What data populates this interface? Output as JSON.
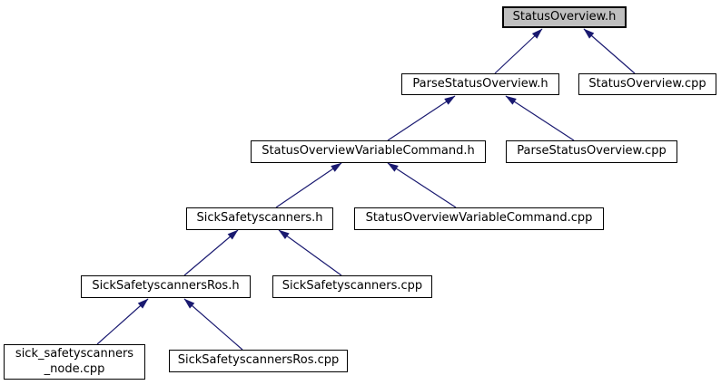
{
  "graph": {
    "kind": "include-dependency-graph",
    "nodes": [
      {
        "id": "StatusOverview.h",
        "label": "StatusOverview.h",
        "highlighted": true
      },
      {
        "id": "ParseStatusOverview.h",
        "label": "ParseStatusOverview.h",
        "highlighted": false
      },
      {
        "id": "StatusOverview.cpp",
        "label": "StatusOverview.cpp",
        "highlighted": false
      },
      {
        "id": "StatusOverviewVariableCommand.h",
        "label": "StatusOverviewVariableCommand.h",
        "highlighted": false
      },
      {
        "id": "ParseStatusOverview.cpp",
        "label": "ParseStatusOverview.cpp",
        "highlighted": false
      },
      {
        "id": "SickSafetyscanners.h",
        "label": "SickSafetyscanners.h",
        "highlighted": false
      },
      {
        "id": "StatusOverviewVariableCommand.cpp",
        "label": "StatusOverviewVariableCommand.cpp",
        "highlighted": false
      },
      {
        "id": "SickSafetyscannersRos.h",
        "label": "SickSafetyscannersRos.h",
        "highlighted": false
      },
      {
        "id": "SickSafetyscanners.cpp",
        "label": "SickSafetyscanners.cpp",
        "highlighted": false
      },
      {
        "id": "sick_safetyscanners_node.cpp",
        "label": "sick_safetyscanners\n_node.cpp",
        "highlighted": false
      },
      {
        "id": "SickSafetyscannersRos.cpp",
        "label": "SickSafetyscannersRos.cpp",
        "highlighted": false
      }
    ],
    "edges": [
      {
        "from": "ParseStatusOverview.h",
        "to": "StatusOverview.h"
      },
      {
        "from": "StatusOverview.cpp",
        "to": "StatusOverview.h"
      },
      {
        "from": "StatusOverviewVariableCommand.h",
        "to": "ParseStatusOverview.h"
      },
      {
        "from": "ParseStatusOverview.cpp",
        "to": "ParseStatusOverview.h"
      },
      {
        "from": "SickSafetyscanners.h",
        "to": "StatusOverviewVariableCommand.h"
      },
      {
        "from": "StatusOverviewVariableCommand.cpp",
        "to": "StatusOverviewVariableCommand.h"
      },
      {
        "from": "SickSafetyscannersRos.h",
        "to": "SickSafetyscanners.h"
      },
      {
        "from": "SickSafetyscanners.cpp",
        "to": "SickSafetyscanners.h"
      },
      {
        "from": "sick_safetyscanners_node.cpp",
        "to": "SickSafetyscannersRos.h"
      },
      {
        "from": "SickSafetyscannersRos.cpp",
        "to": "SickSafetyscannersRos.h"
      }
    ],
    "colors": {
      "edge": "#191970",
      "node_border": "#000000",
      "node_fill": "#ffffff",
      "highlight_fill": "#bfbfbf",
      "background": "#ffffff"
    }
  }
}
